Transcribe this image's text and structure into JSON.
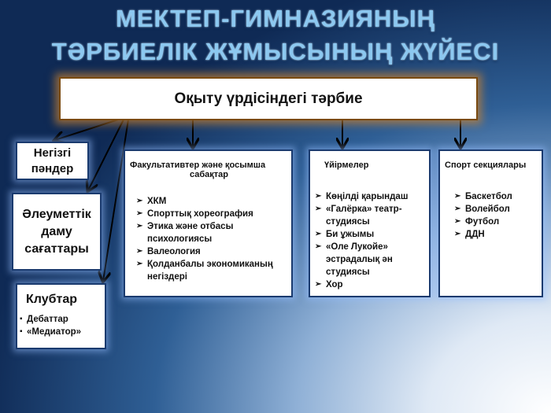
{
  "title": {
    "line1": "МЕКТЕП-ГИМНАЗИЯНЫҢ",
    "line2": "ТӘРБИЕЛІК ЖҰМЫСЫНЫҢ ЖҮЙЕСІ"
  },
  "main_box": "Оқыту үрдісіндегі тәрбие",
  "left": {
    "core_subjects": {
      "line1": "Негізгі",
      "line2": "пәндер"
    },
    "social_hours": {
      "line1": "Әлеуметтік",
      "line2": "даму",
      "line3": "сағаттары"
    },
    "clubs": {
      "title": "Клубтар",
      "items": [
        "Дебаттар",
        "«Медиатор»"
      ]
    }
  },
  "electives": {
    "title_line1": "Факультативтер және қосымша",
    "title_line2": "сабақтар",
    "items": [
      "ХКМ",
      "Спорттық хореография",
      "Этика және отбасы психологиясы",
      "Валеология",
      "Қолданбалы экономиканың негіздері"
    ]
  },
  "circles": {
    "title": "Үйірмелер",
    "items": [
      "Көңілді қарындаш",
      "«Галёрка» театр-студиясы",
      "Би ұжымы",
      "«Оле Лукойе» эстрадалық ән студиясы",
      "Хор"
    ]
  },
  "sports": {
    "title": "Спорт секциялары",
    "items": [
      "Баскетбол",
      "Волейбол",
      "Футбол",
      "ДДН"
    ]
  }
}
